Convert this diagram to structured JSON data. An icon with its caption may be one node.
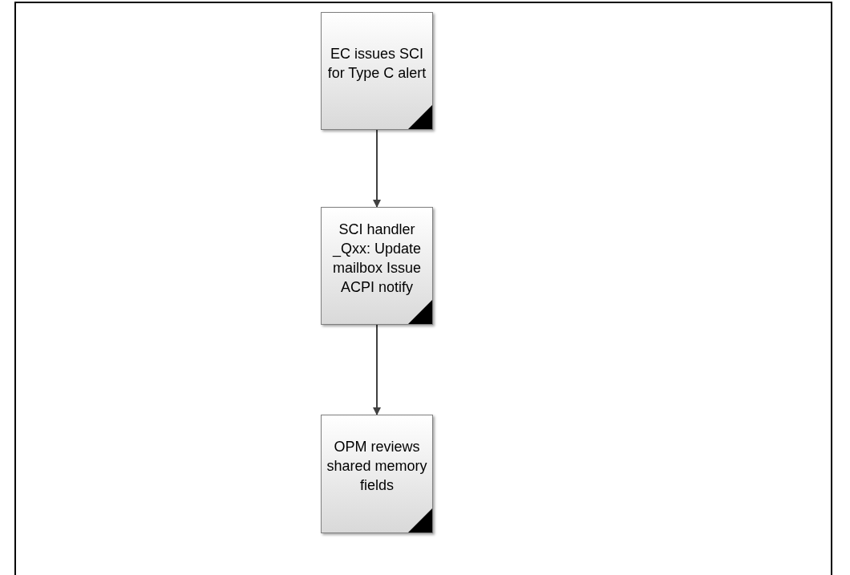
{
  "diagram": {
    "nodes": [
      {
        "text": [
          "EC issues SCI for Type C alert"
        ]
      },
      {
        "text": [
          "SCI handler _Qxx: Update mailbox Issue ACPI notify"
        ]
      },
      {
        "text": [
          "OPM reviews shared memory fields"
        ]
      }
    ],
    "edges": [
      {
        "from": 0,
        "to": 1,
        "arrow": "to"
      },
      {
        "from": 1,
        "to": 2,
        "arrow": "to"
      }
    ]
  }
}
